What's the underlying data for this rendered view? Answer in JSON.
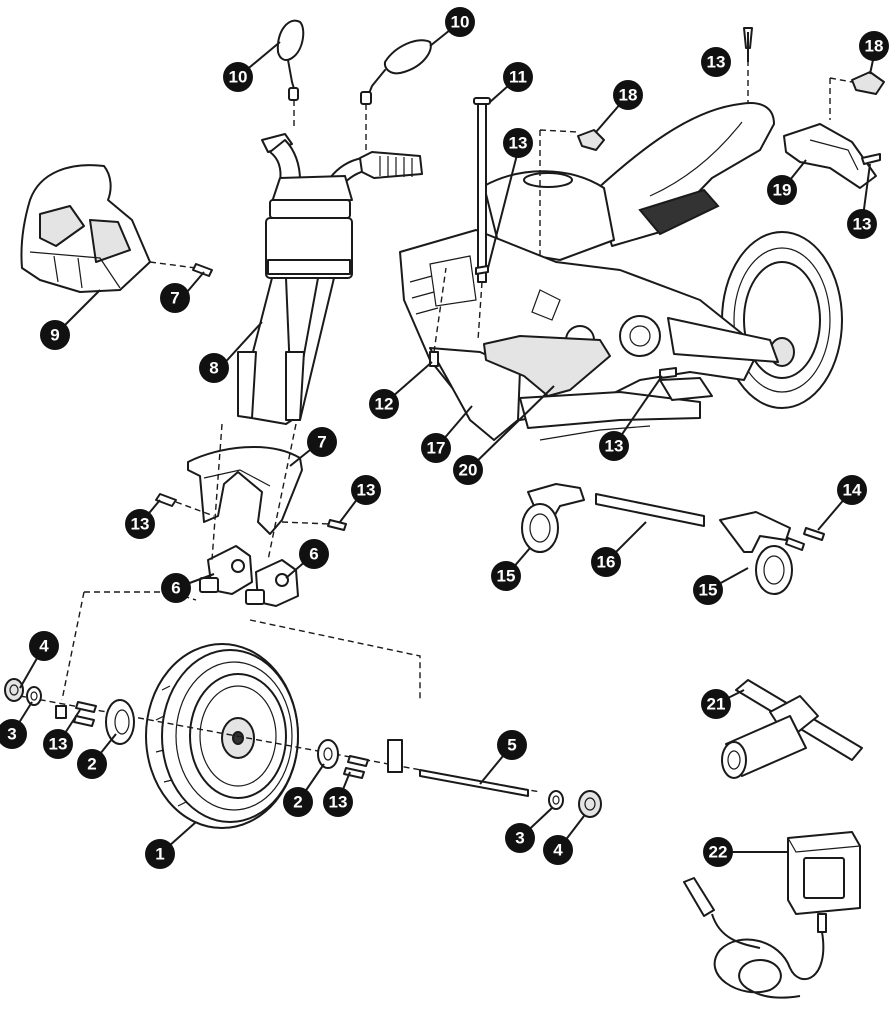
{
  "callouts": [
    "1",
    "2",
    "3",
    "4",
    "5",
    "6",
    "7",
    "8",
    "9",
    "10",
    "11",
    "12",
    "13",
    "14",
    "15",
    "16",
    "17",
    "18",
    "19",
    "20",
    "21",
    "22"
  ],
  "colors": {
    "ink": "#111111",
    "badge_text": "#ffffff",
    "line_art": "#1a1a1a",
    "shading": "#e4e4e4"
  }
}
